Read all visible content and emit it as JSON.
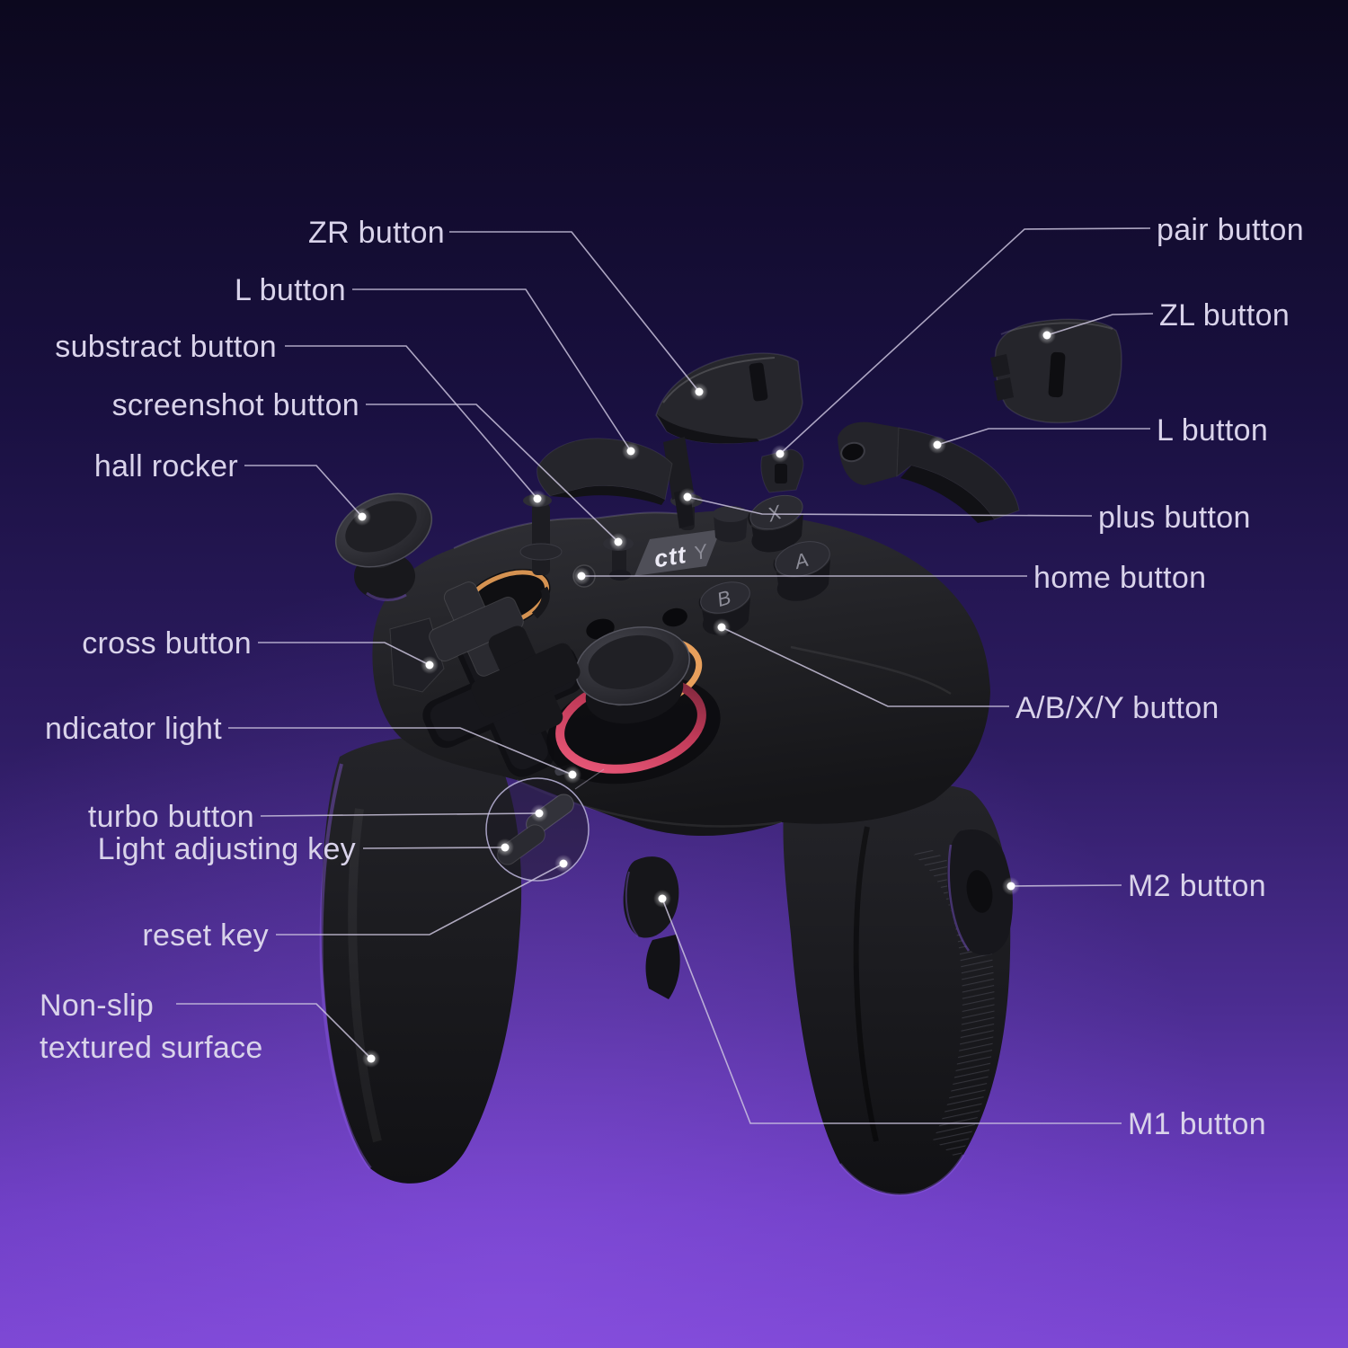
{
  "scene": {
    "type": "product-callout-diagram",
    "product": "wireless game controller exploded view",
    "brand_mark": "ctt",
    "colors": {
      "background_top": "#0c081e",
      "background_mid": "#2e1c63",
      "background_bright": "#7b46d2",
      "body": "#232327",
      "accent_orange": "#e8a05c",
      "accent_pink": "#e05273",
      "leader_line": "#cfc8e2",
      "label_text": "#d9d3ea"
    },
    "face_buttons": {
      "x": "X",
      "a": "A",
      "b": "B",
      "y": "Y"
    }
  },
  "labels": {
    "left": [
      {
        "id": "zr",
        "text": "ZR button"
      },
      {
        "id": "l_left",
        "text": "L button"
      },
      {
        "id": "substract",
        "text": "substract button"
      },
      {
        "id": "screenshot",
        "text": "screenshot button"
      },
      {
        "id": "hall_rocker",
        "text": "hall rocker"
      },
      {
        "id": "cross",
        "text": "cross button"
      },
      {
        "id": "indicator",
        "text": "ndicator light"
      },
      {
        "id": "turbo",
        "text": "turbo button"
      },
      {
        "id": "light_adjust",
        "text": "Light adjusting key"
      },
      {
        "id": "reset",
        "text": "reset key"
      },
      {
        "id": "nonslip",
        "line1": "Non-slip",
        "line2": "textured surface"
      }
    ],
    "right": [
      {
        "id": "pair",
        "text": "pair button"
      },
      {
        "id": "zl",
        "text": "ZL button"
      },
      {
        "id": "l_right",
        "text": "L button"
      },
      {
        "id": "plus",
        "text": "plus button"
      },
      {
        "id": "home",
        "text": "home button"
      },
      {
        "id": "abxy",
        "text": "A/B/X/Y button"
      },
      {
        "id": "m2",
        "text": "M2 button"
      },
      {
        "id": "m1",
        "text": "M1 button"
      }
    ]
  }
}
